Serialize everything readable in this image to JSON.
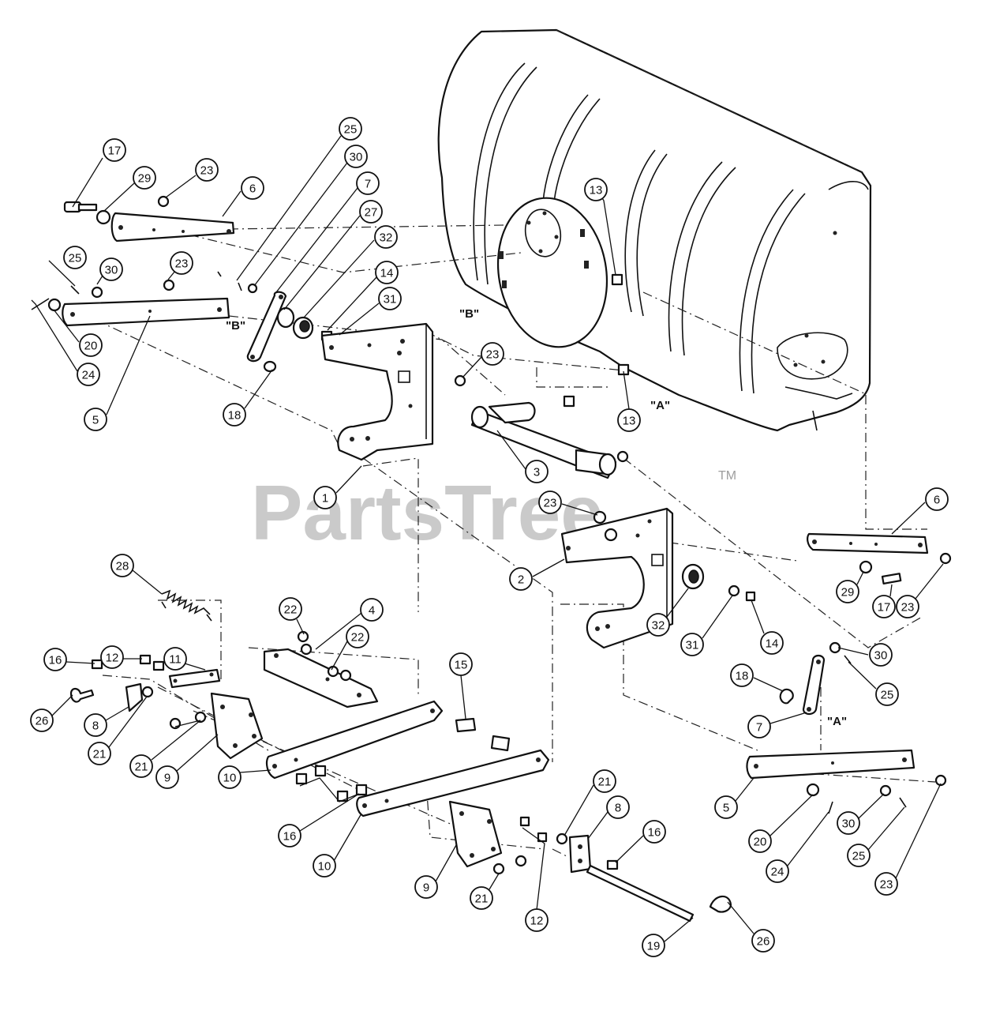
{
  "watermark": {
    "text": "PartsTree",
    "trademark": "TM"
  },
  "references": {
    "a": "\"A\"",
    "b": "\"B\""
  },
  "callouts": [
    {
      "id": "c1",
      "label": "17"
    },
    {
      "id": "c2",
      "label": "29"
    },
    {
      "id": "c3",
      "label": "23"
    },
    {
      "id": "c4",
      "label": "6"
    },
    {
      "id": "c5",
      "label": "25"
    },
    {
      "id": "c6",
      "label": "30"
    },
    {
      "id": "c7",
      "label": "7"
    },
    {
      "id": "c8",
      "label": "27"
    },
    {
      "id": "c9",
      "label": "32"
    },
    {
      "id": "c10",
      "label": "14"
    },
    {
      "id": "c11",
      "label": "31"
    },
    {
      "id": "c12",
      "label": "25"
    },
    {
      "id": "c13",
      "label": "30"
    },
    {
      "id": "c14",
      "label": "23"
    },
    {
      "id": "c15",
      "label": "20"
    },
    {
      "id": "c16",
      "label": "24"
    },
    {
      "id": "c17",
      "label": "5"
    },
    {
      "id": "c18",
      "label": "18"
    },
    {
      "id": "c19",
      "label": "23"
    },
    {
      "id": "c20",
      "label": "1"
    },
    {
      "id": "c21",
      "label": "13"
    },
    {
      "id": "c22",
      "label": "13"
    },
    {
      "id": "c23",
      "label": "3"
    },
    {
      "id": "c24",
      "label": "23"
    },
    {
      "id": "c25",
      "label": "2"
    },
    {
      "id": "c26",
      "label": "6"
    },
    {
      "id": "c27",
      "label": "29"
    },
    {
      "id": "c28",
      "label": "17"
    },
    {
      "id": "c29",
      "label": "23"
    },
    {
      "id": "c30",
      "label": "32"
    },
    {
      "id": "c31",
      "label": "31"
    },
    {
      "id": "c32",
      "label": "14"
    },
    {
      "id": "c33",
      "label": "30"
    },
    {
      "id": "c34",
      "label": "18"
    },
    {
      "id": "c35",
      "label": "25"
    },
    {
      "id": "c36",
      "label": "7"
    },
    {
      "id": "c37",
      "label": "28"
    },
    {
      "id": "c38",
      "label": "22"
    },
    {
      "id": "c39",
      "label": "4"
    },
    {
      "id": "c40",
      "label": "22"
    },
    {
      "id": "c41",
      "label": "16"
    },
    {
      "id": "c42",
      "label": "12"
    },
    {
      "id": "c43",
      "label": "11"
    },
    {
      "id": "c44",
      "label": "26"
    },
    {
      "id": "c45",
      "label": "8"
    },
    {
      "id": "c46",
      "label": "21"
    },
    {
      "id": "c47",
      "label": "21"
    },
    {
      "id": "c48",
      "label": "9"
    },
    {
      "id": "c49",
      "label": "10"
    },
    {
      "id": "c50",
      "label": "15"
    },
    {
      "id": "c51",
      "label": "16"
    },
    {
      "id": "c52",
      "label": "10"
    },
    {
      "id": "c53",
      "label": "9"
    },
    {
      "id": "c54",
      "label": "21"
    },
    {
      "id": "c55",
      "label": "12"
    },
    {
      "id": "c56",
      "label": "21"
    },
    {
      "id": "c57",
      "label": "8"
    },
    {
      "id": "c58",
      "label": "16"
    },
    {
      "id": "c59",
      "label": "19"
    },
    {
      "id": "c60",
      "label": "26"
    },
    {
      "id": "c61",
      "label": "5"
    },
    {
      "id": "c62",
      "label": "20"
    },
    {
      "id": "c63",
      "label": "30"
    },
    {
      "id": "c64",
      "label": "24"
    },
    {
      "id": "c65",
      "label": "25"
    },
    {
      "id": "c66",
      "label": "23"
    }
  ]
}
